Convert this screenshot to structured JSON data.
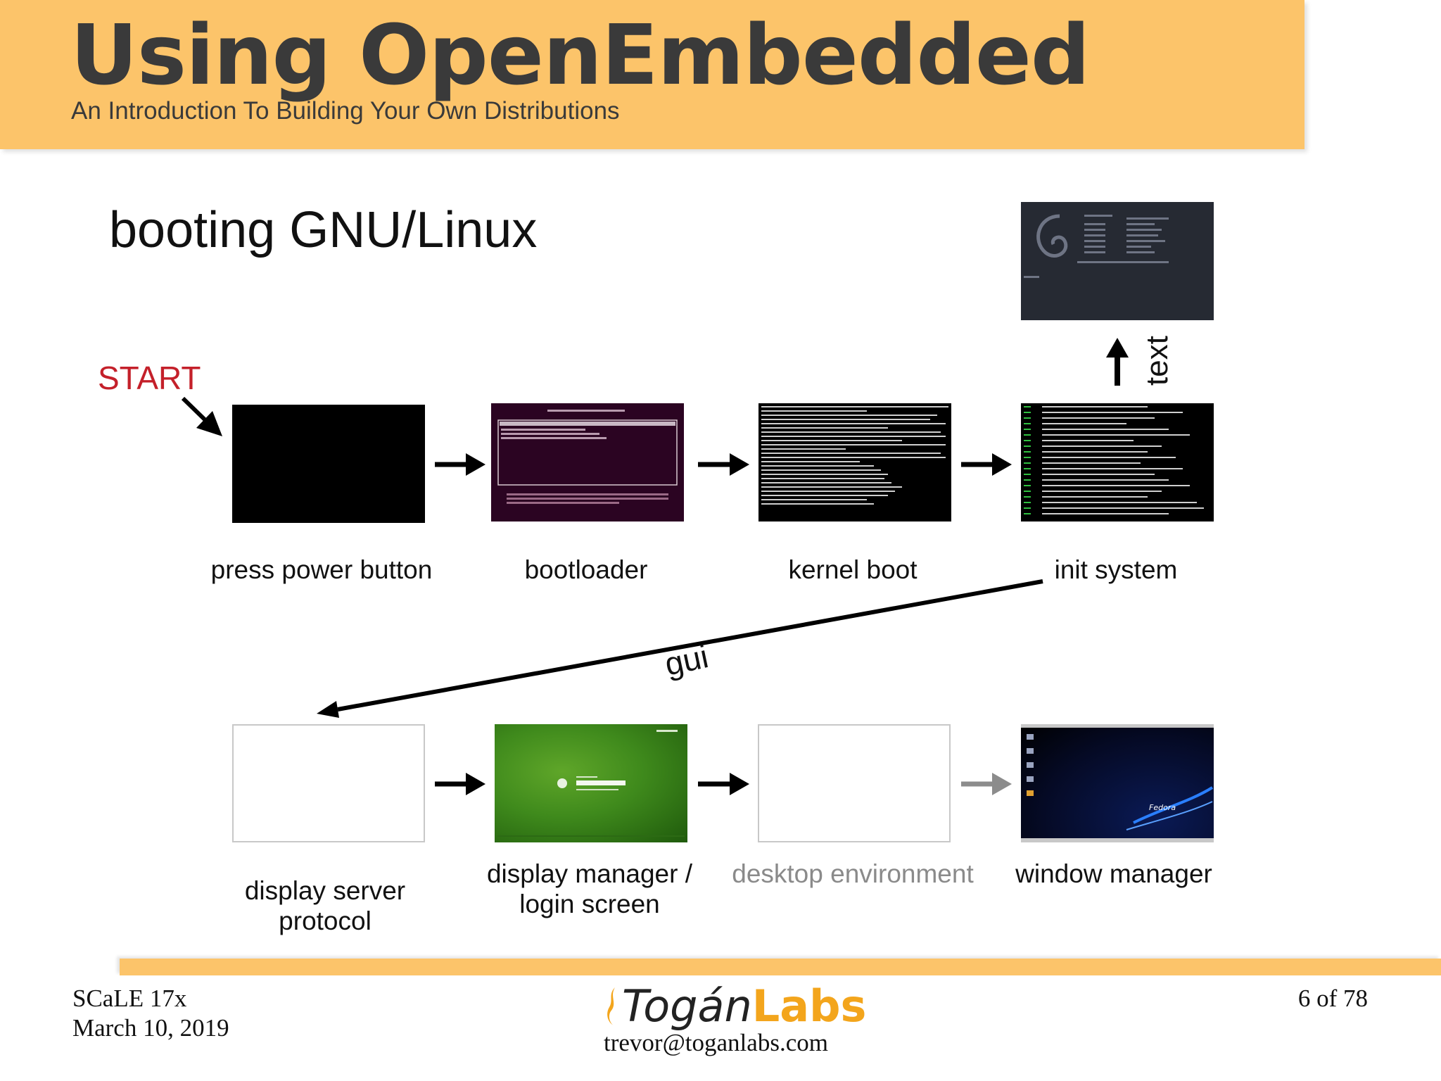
{
  "header": {
    "title": "Using OpenEmbedded",
    "subtitle": "An Introduction To Building Your Own Distributions"
  },
  "slide": {
    "heading": "booting GNU/Linux",
    "start_label": "START",
    "gui_label": "gui",
    "text_label": "text"
  },
  "steps": {
    "press_power": "press power button",
    "bootloader": "bootloader",
    "kernel_boot": "kernel boot",
    "init_system": "init system",
    "display_server": "display server protocol",
    "display_manager": "display manager / login screen",
    "desktop_environment": "desktop environment",
    "window_manager": "window manager"
  },
  "colors": {
    "header_bg": "#fcc46a",
    "start_red": "#c4202a",
    "logo_orange": "#f3a51c",
    "dimmed_gray": "#8a8a8a"
  },
  "footer": {
    "event": "SCaLE 17x",
    "date": "March 10, 2019",
    "page": "6 of 78",
    "logo_part1": "Togán",
    "logo_part2": "Labs",
    "email": "trevor@toganlabs.com"
  }
}
